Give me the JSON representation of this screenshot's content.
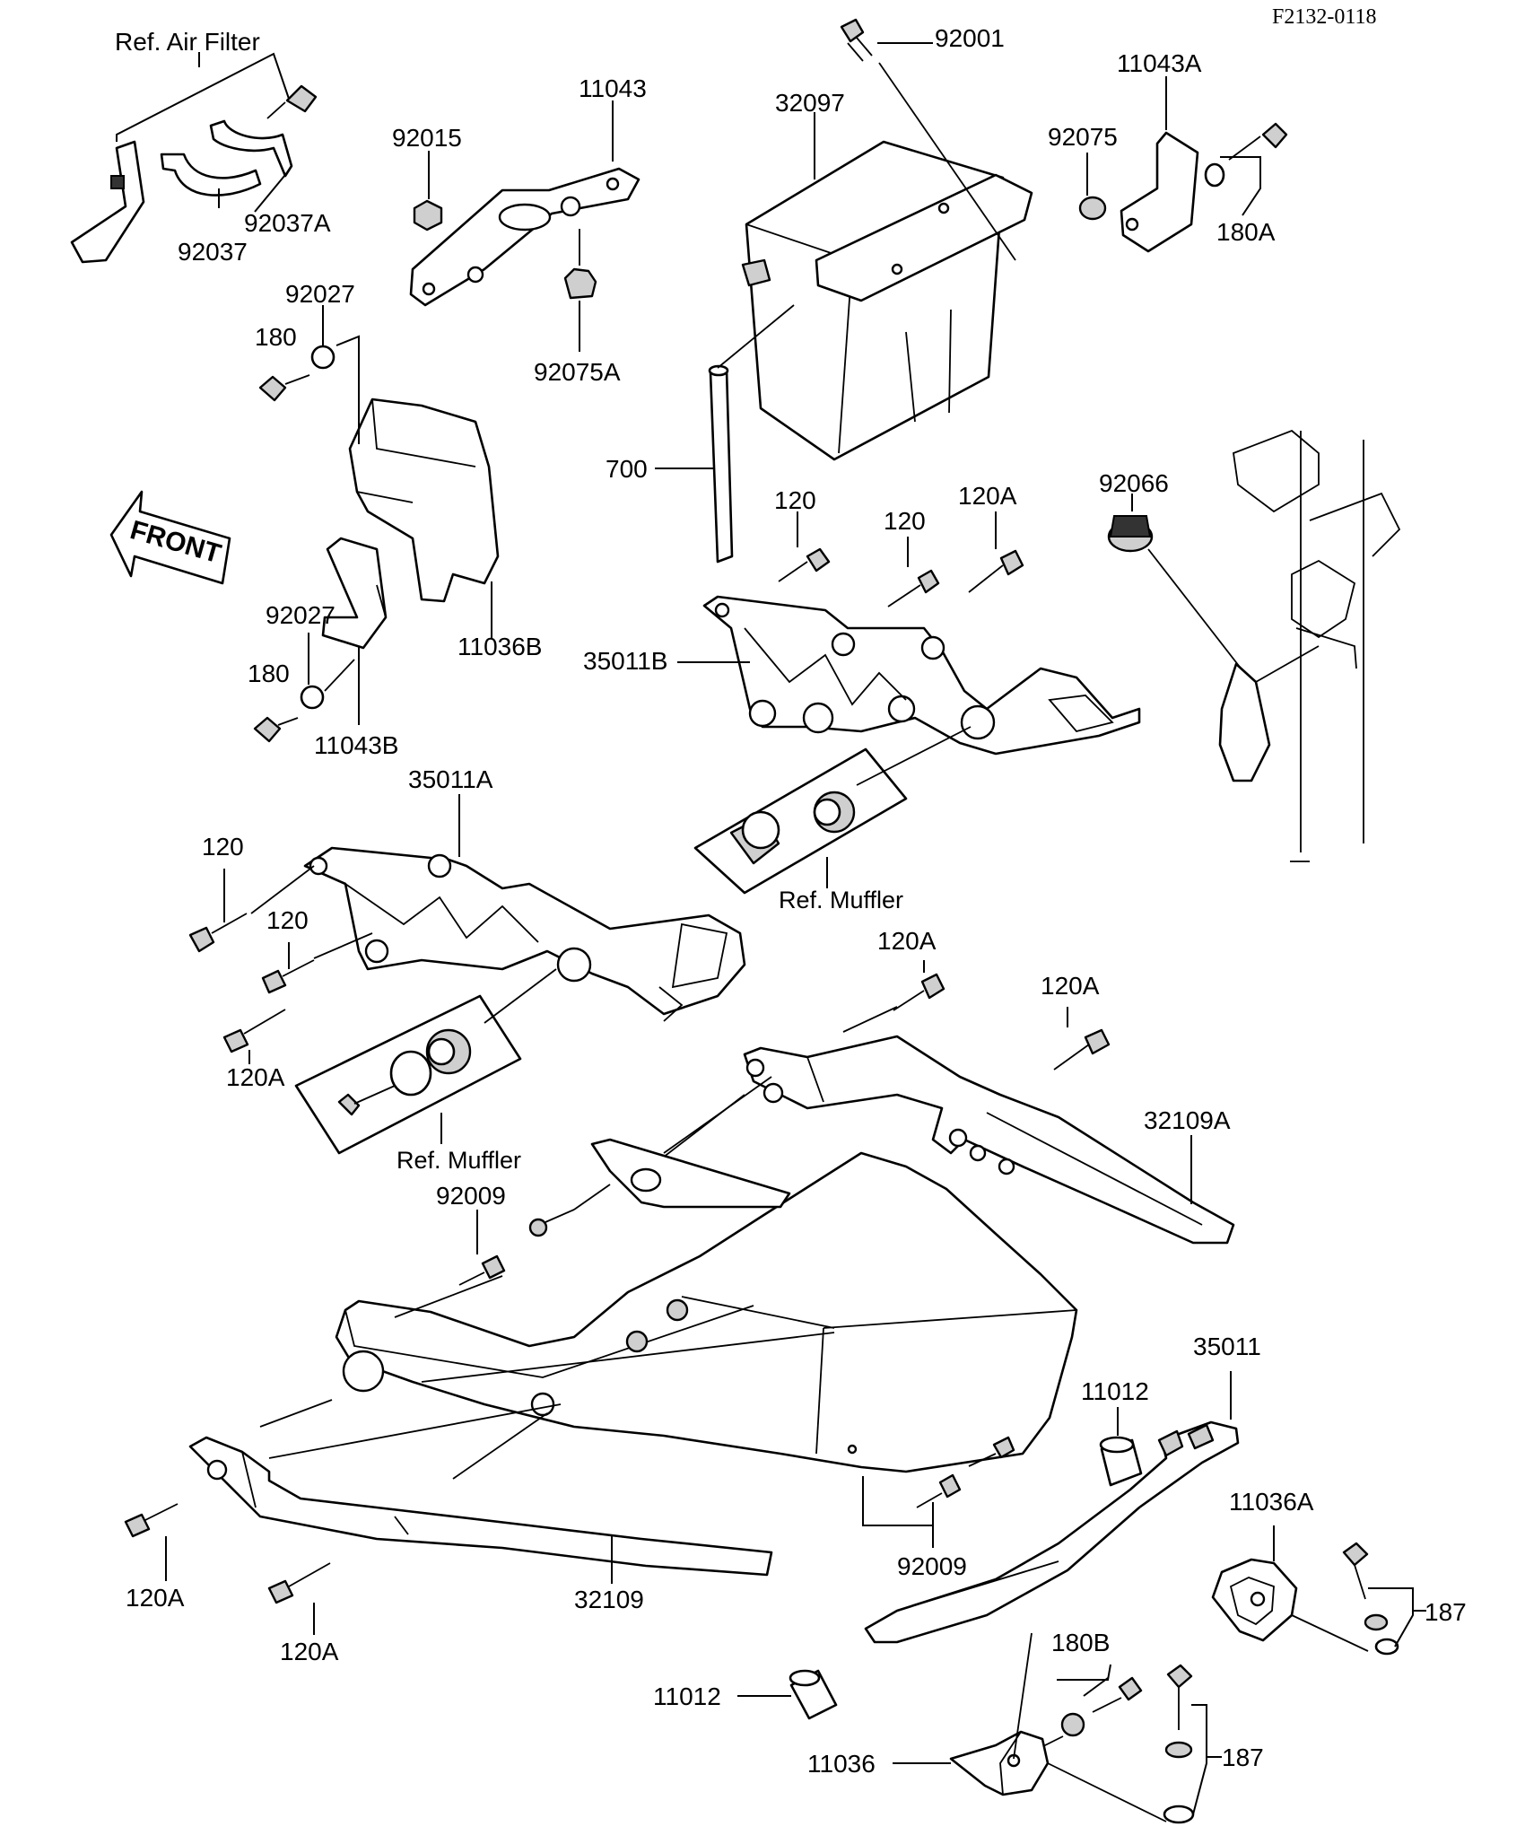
{
  "drawing_code": "F2132-0118",
  "front_arrow": "FRONT",
  "labels": {
    "ref_air_filter": "Ref. Air Filter",
    "ref_muffler_upper": "Ref. Muffler",
    "ref_muffler_lower": "Ref. Muffler",
    "p92001": "92001",
    "p11043": "11043",
    "p11043A": "11043A",
    "p32097": "32097",
    "p92015": "92015",
    "p92075": "92075",
    "p180A": "180A",
    "p92037A": "92037A",
    "p92037": "92037",
    "p92027_top": "92027",
    "p180_top": "180",
    "p92075A": "92075A",
    "p700": "700",
    "p120_a": "120",
    "p120_b": "120",
    "p120A_top": "120A",
    "p92066": "92066",
    "p92027_mid": "92027",
    "p11036B": "11036B",
    "p35011B": "35011B",
    "p180_mid": "180",
    "p11043B": "11043B",
    "p35011A": "35011A",
    "p120_left": "120",
    "p120_left2": "120",
    "p120A_mid": "120A",
    "p120A_left": "120A",
    "p120A_right": "120A",
    "p32109A": "32109A",
    "p92009_top": "92009",
    "p35011": "35011",
    "p11012_right": "11012",
    "p11036A": "11036A",
    "p187_top": "187",
    "p120A_bl": "120A",
    "p120A_bl2": "120A",
    "p32109": "32109",
    "p92009_bot": "92009",
    "p180B": "180B",
    "p11012_bot": "11012",
    "p11036": "11036",
    "p187_bot": "187"
  }
}
